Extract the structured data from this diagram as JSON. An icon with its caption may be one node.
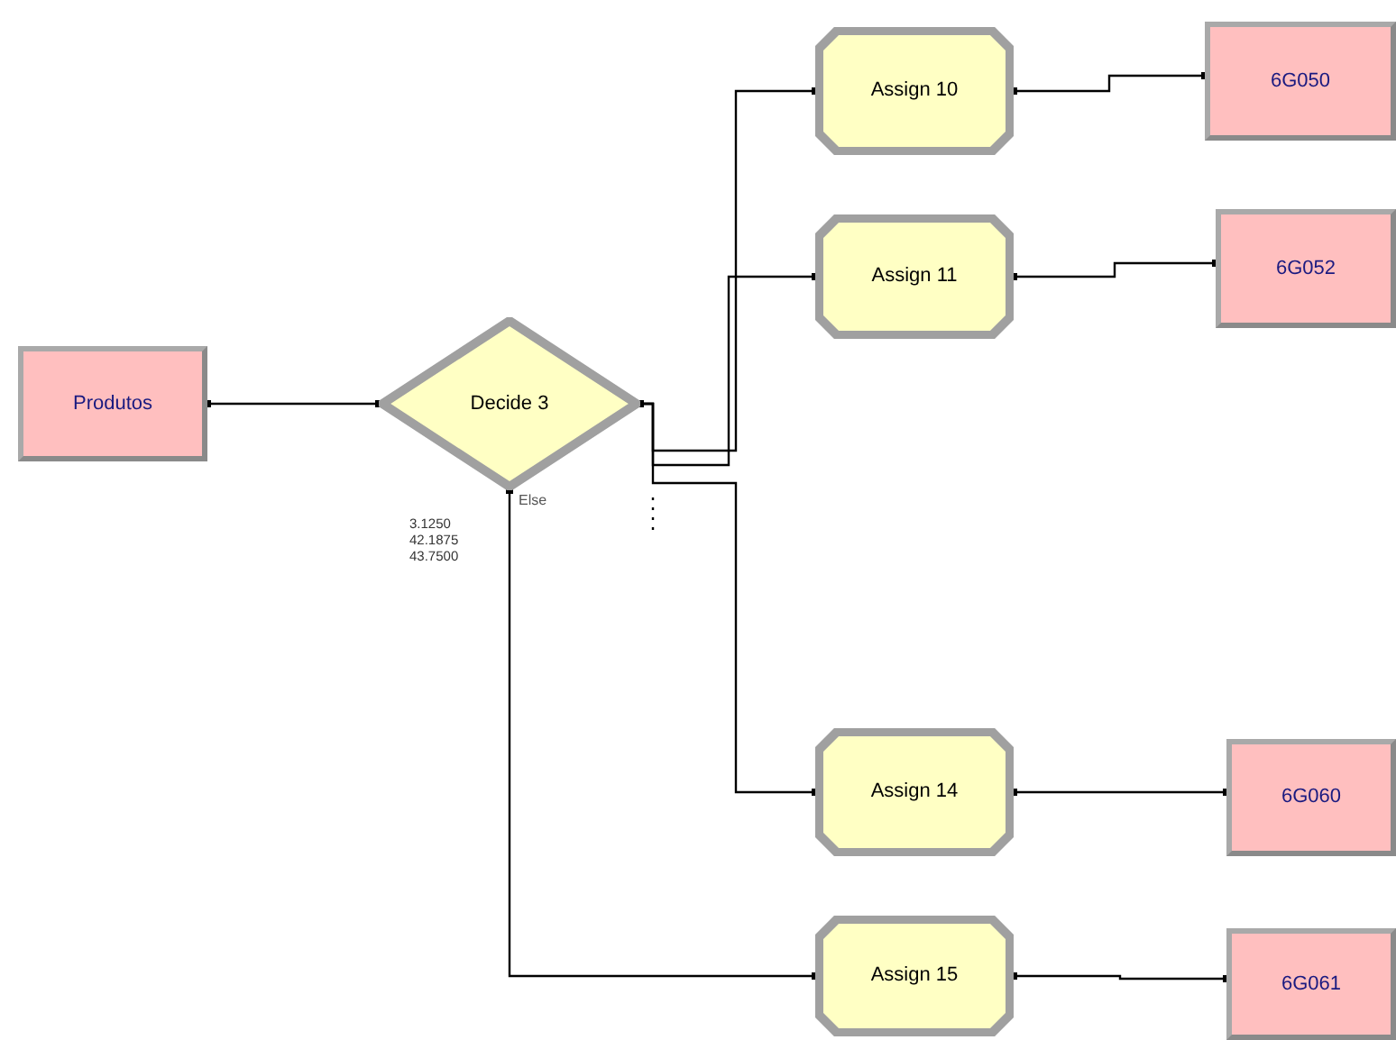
{
  "diagram": {
    "nodes": [
      {
        "text": [
          "Produtos"
        ]
      },
      {
        "text": [
          "Decide 3"
        ]
      },
      {
        "text": [
          "Assign 10"
        ]
      },
      {
        "text": [
          "Assign 11"
        ]
      },
      {
        "text": [
          "Assign 14"
        ]
      },
      {
        "text": [
          "Assign 15"
        ]
      },
      {
        "text": [
          "6G050"
        ]
      },
      {
        "text": [
          "6G052"
        ]
      },
      {
        "text": [
          "6G060"
        ]
      },
      {
        "text": [
          "6G061"
        ]
      }
    ],
    "edges": [
      {
        "from": 0,
        "to": 1,
        "arrow": "other"
      },
      {
        "from": 1,
        "to": 2,
        "arrow": "other"
      },
      {
        "from": 1,
        "to": 3,
        "arrow": "other"
      },
      {
        "from": 1,
        "to": 4,
        "arrow": "other"
      },
      {
        "from": 1,
        "to": 5,
        "arrow": "other",
        "label": "Else"
      },
      {
        "from": 2,
        "to": 6,
        "arrow": "other"
      },
      {
        "from": 3,
        "to": 7,
        "arrow": "other"
      },
      {
        "from": 4,
        "to": 8,
        "arrow": "other"
      },
      {
        "from": 5,
        "to": 9,
        "arrow": "other"
      }
    ],
    "labels": [
      "3.1250",
      "42.1875",
      "43.7500"
    ]
  }
}
